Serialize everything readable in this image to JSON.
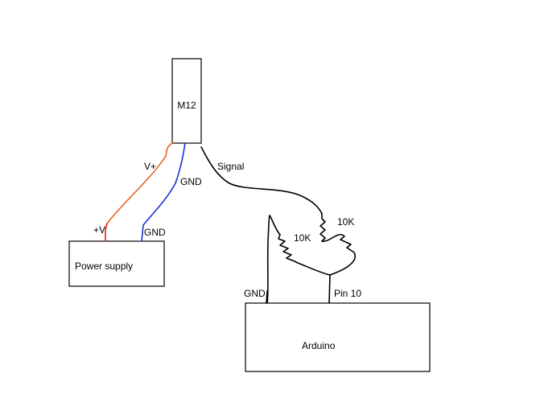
{
  "colors": {
    "wire_positive": "#e8641e",
    "wire_positive_supply": "#e8201e",
    "wire_ground": "#1f2fd6",
    "wire_default": "#000000"
  },
  "components": {
    "sensor": "M12",
    "power_supply": "Power supply",
    "arduino": "Arduino"
  },
  "labels": {
    "sensor_vplus": "V+",
    "sensor_gnd": "GND",
    "signal": "Signal",
    "supply_vplus": "+V",
    "supply_gnd": "GND",
    "resistor_upper": "10K",
    "resistor_lower": "10K",
    "arduino_gnd": "GND",
    "arduino_pin": "Pin 10"
  }
}
